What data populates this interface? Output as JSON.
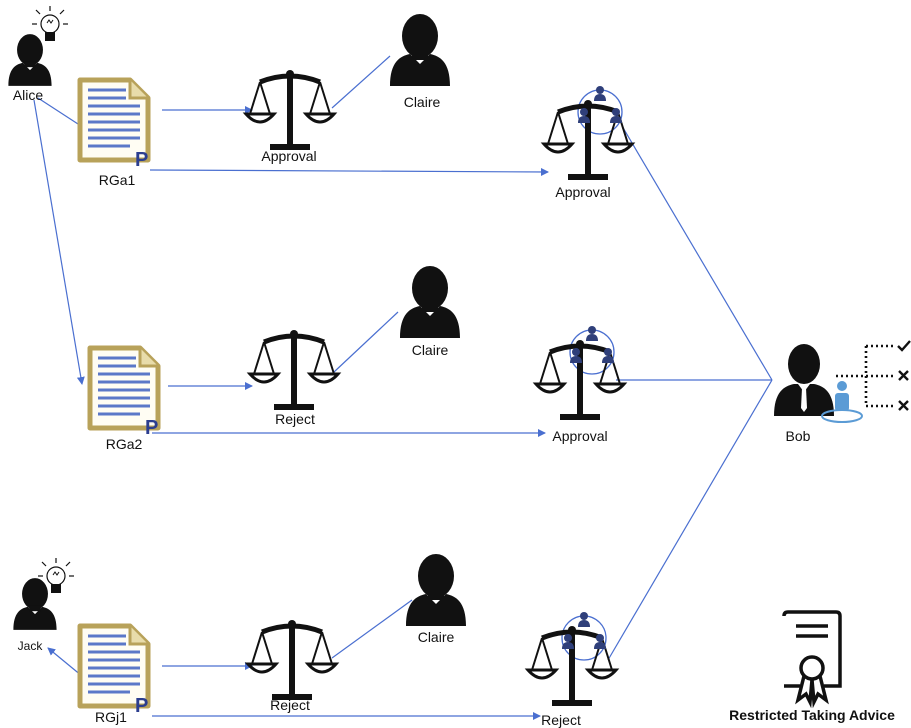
{
  "actors": {
    "alice": "Alice",
    "jack": "Jack",
    "claire_1": "Claire",
    "claire_2": "Claire",
    "claire_3": "Claire",
    "bob": "Bob"
  },
  "documents": {
    "doc_1": "RGa1",
    "doc_2": "RGa2",
    "doc_3": "RGj1"
  },
  "individual_decisions": {
    "row_1": "Approval",
    "row_2": "Reject",
    "row_3": "Reject"
  },
  "group_decisions": {
    "row_1": "Approval",
    "row_2": "Approval",
    "row_3": "Reject"
  },
  "certificate_label": "Restricted Taking Advice",
  "icon_names": [
    "person-icon",
    "lightbulb-icon",
    "document-icon",
    "scales-icon",
    "group-scales-icon",
    "manager-icon",
    "checklist-icon",
    "certificate-icon"
  ],
  "colors": {
    "connector": "#4a6fd0",
    "silhouette": "#111111",
    "document_line": "#5b78c8",
    "document_fill": "#fffdf3",
    "document_border": "#b8a25a",
    "document_p": "#2c3e8f",
    "group_member": "#2f3f7a",
    "badge_person": "#5b9bd5"
  }
}
